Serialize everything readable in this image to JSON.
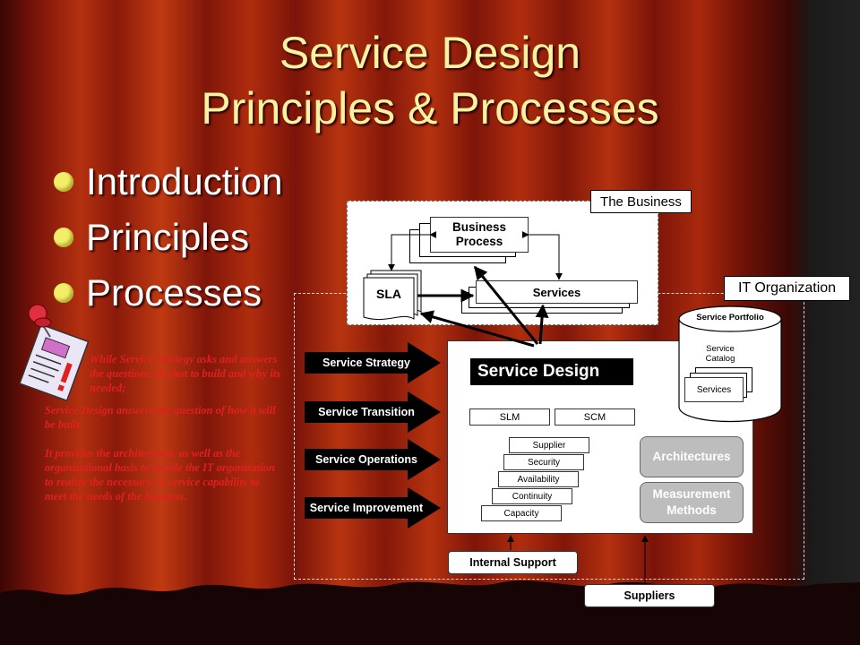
{
  "slide": {
    "title_line1": "Service Design",
    "title_line2": "Principles & Processes",
    "bullets": [
      "Introduction",
      "Principles",
      "Processes"
    ],
    "paragraph1_part1": "While Service Strategy asks and answers the questions of what to build and why its needed;",
    "paragraph1_part2": "Service Design answers the question of how it will be built.",
    "paragraph2": "It provides the architectural, as well as the organizational basis to enable the IT organization to realize the necessary IT service capability to meet the needs of the business."
  },
  "diagram": {
    "business_label": "The Business",
    "it_org_label": "IT Organization",
    "business_process": "Business Process",
    "sla": "SLA",
    "services": "Services",
    "service_design": "Service Design",
    "slm": "SLM",
    "scm": "SCM",
    "steps": [
      "Supplier",
      "Security",
      "Availability",
      "Continuity",
      "Capacity"
    ],
    "architectures": "Architectures",
    "measurement": "Measurement Methods",
    "portfolio_title": "Service Portfolio",
    "catalog": "Service Catalog",
    "catalog_services": "Services",
    "lifecycle": [
      "Service Strategy",
      "Service Transition",
      "Service Operations",
      "Service Improvement"
    ],
    "internal_support": "Internal Support",
    "suppliers": "Suppliers"
  }
}
